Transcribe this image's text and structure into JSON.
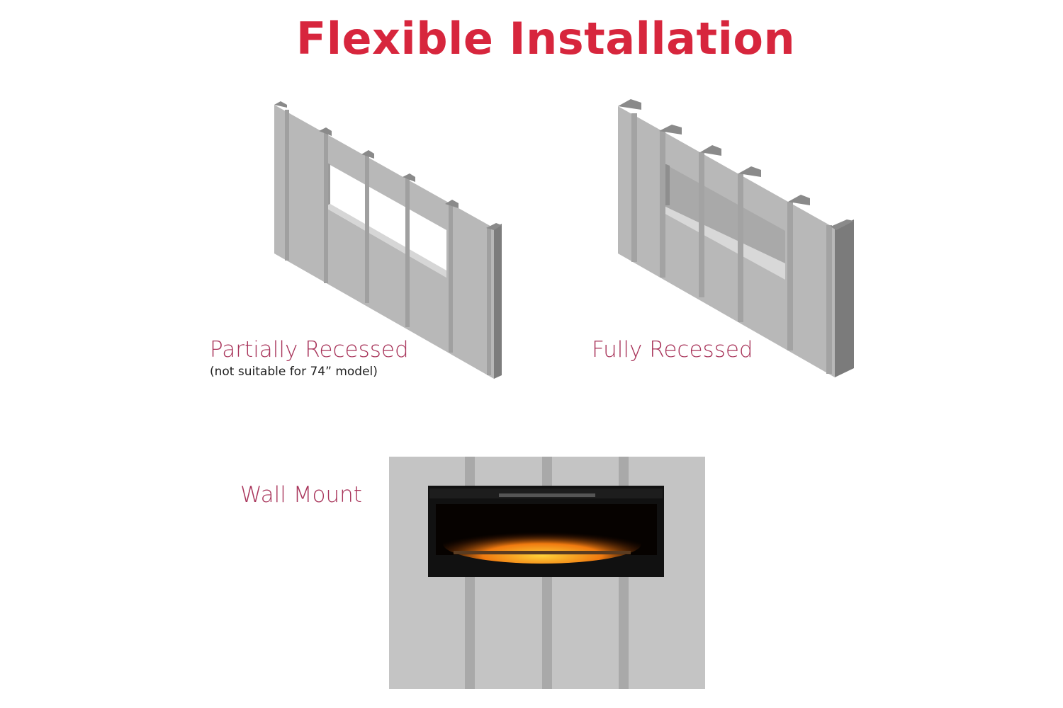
{
  "title": "Flexible Installation",
  "options": [
    {
      "label": "Partially Recessed",
      "note": "(not suitable for 74” model)"
    },
    {
      "label": "Fully Recessed"
    },
    {
      "label": "Wall Mount"
    }
  ],
  "colors": {
    "title": "#d7263d",
    "label": "#a8345a",
    "wall": "#b5b5b5",
    "stud": "#9a9a9a"
  }
}
